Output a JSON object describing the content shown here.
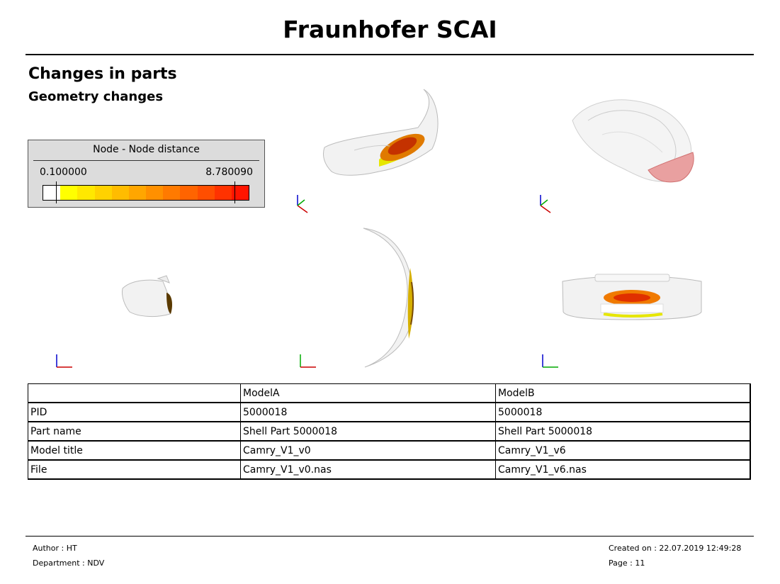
{
  "header": {
    "title": "Fraunhofer SCAI"
  },
  "section": {
    "heading": "Changes in parts",
    "subheading": "Geometry changes"
  },
  "legend": {
    "title": "Node - Node distance",
    "min_label": "0.100000",
    "max_label": "8.780090",
    "colors": [
      "#ffffff",
      "#ffff00",
      "#ffe800",
      "#ffd200",
      "#ffbc00",
      "#ffa600",
      "#ff9000",
      "#ff7a00",
      "#ff6400",
      "#ff4e00",
      "#ff3200",
      "#ff1400"
    ]
  },
  "views": [
    {
      "name": "view-top",
      "axes": [
        "z",
        "x",
        "y"
      ]
    },
    {
      "name": "view-full-car",
      "axes": [
        "z",
        "x",
        "y"
      ]
    },
    {
      "name": "view-side",
      "axes": [
        "z",
        "y",
        "x"
      ]
    },
    {
      "name": "view-top-down",
      "axes": [
        "y",
        "z",
        "x"
      ]
    },
    {
      "name": "view-front",
      "axes": [
        "z",
        "x",
        "y"
      ]
    }
  ],
  "table": {
    "header": [
      "",
      "ModelA",
      "ModelB"
    ],
    "rows": [
      [
        "PID",
        "5000018",
        "5000018"
      ],
      [
        "Part name",
        "Shell Part 5000018",
        "Shell Part 5000018"
      ],
      [
        "Model title",
        "Camry_V1_v0",
        "Camry_V1_v6"
      ],
      [
        "File",
        "Camry_V1_v0.nas",
        "Camry_V1_v6.nas"
      ]
    ]
  },
  "footer": {
    "author": "Author : HT",
    "department": "Department : NDV",
    "created": "Created on : 22.07.2019 12:49:28",
    "page": "Page : 11"
  }
}
